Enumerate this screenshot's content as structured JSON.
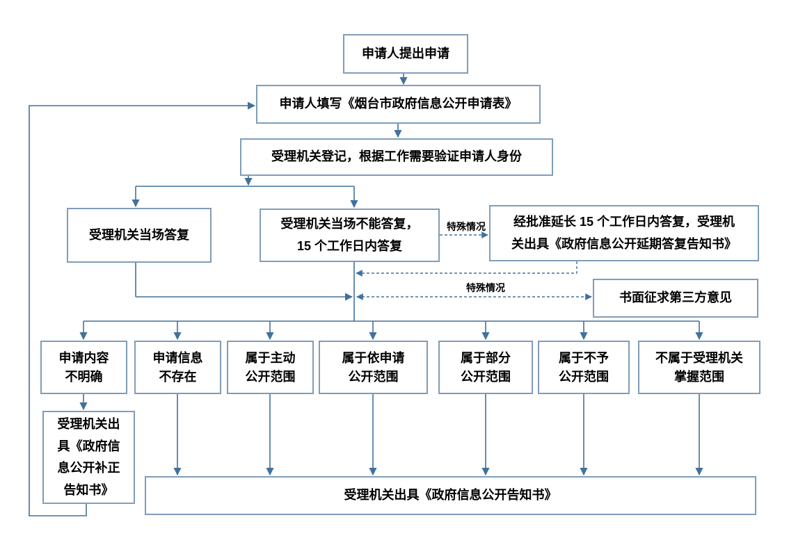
{
  "diagram": {
    "colors": {
      "line": "#41719c",
      "box_border": "#7f9db9",
      "text": "#000000",
      "bg": "#ffffff"
    },
    "nodes": {
      "apply": {
        "lines": [
          "申请人提出申请"
        ]
      },
      "fill_form": {
        "lines": [
          "申请人填写《烟台市政府信息公开申请表》"
        ]
      },
      "register": {
        "lines": [
          "受理机关登记，根据工作需要验证申请人身份"
        ]
      },
      "onspot": {
        "lines": [
          "受理机关当场答复"
        ]
      },
      "within15": {
        "lines": [
          "受理机关当场不能答复，",
          "15 个工作日内答复"
        ]
      },
      "extend": {
        "lines": [
          "经批准延长 15 个工作日内答复，受理机",
          "关出具《政府信息公开延期答复告知书》"
        ]
      },
      "third_party": {
        "lines": [
          "书面征求第三方意见"
        ]
      },
      "unclear": {
        "lines": [
          "申请内容",
          "不明确"
        ]
      },
      "not_exist": {
        "lines": [
          "申请信息",
          "不存在"
        ]
      },
      "proactive": {
        "lines": [
          "属于主动",
          "公开范围"
        ]
      },
      "upon_request": {
        "lines": [
          "属于依申请",
          "公开范围"
        ]
      },
      "partial": {
        "lines": [
          "属于部分",
          "公开范围"
        ]
      },
      "no_disclosure": {
        "lines": [
          "属于不予",
          "公开范围"
        ]
      },
      "not_held": {
        "lines": [
          "不属于受理机关",
          "掌握范围"
        ]
      },
      "correction": {
        "lines": [
          "受理机关出",
          "具《政府信",
          "息公开补正",
          "告知书》"
        ]
      },
      "notice": {
        "lines": [
          "受理机关出具《政府信息公开告知书》"
        ]
      }
    },
    "edge_labels": {
      "special_case_1": "特殊情况",
      "special_case_2": "特殊情况"
    }
  }
}
